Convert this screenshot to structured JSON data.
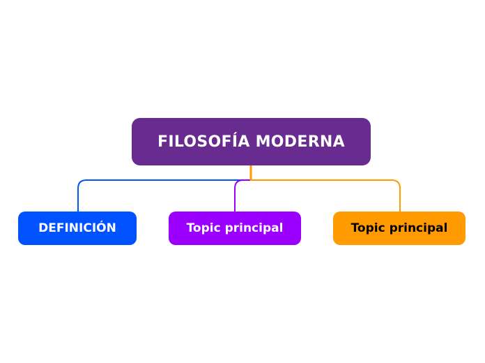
{
  "root": {
    "label": "FILOSOFÍA MODERNA",
    "color": "#682b8f",
    "text_color": "#ffffff"
  },
  "children": [
    {
      "label": "DEFINICIÓN",
      "color": "#0052ff",
      "text_color": "#ffffff"
    },
    {
      "label": "Topic principal",
      "color": "#9b00ff",
      "text_color": "#ffffff"
    },
    {
      "label": "Topic principal",
      "color": "#ff9a00",
      "text_color": "#000000"
    }
  ]
}
